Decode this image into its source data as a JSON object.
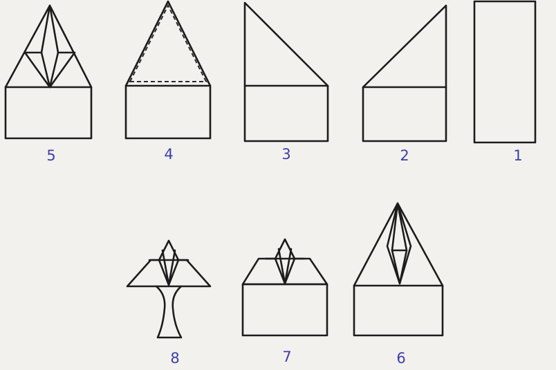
{
  "steps": [
    {
      "step": 1,
      "label": "1"
    },
    {
      "step": 2,
      "label": "2"
    },
    {
      "step": 3,
      "label": "3"
    },
    {
      "step": 4,
      "label": "4"
    },
    {
      "step": 5,
      "label": "5"
    },
    {
      "step": 6,
      "label": "6"
    },
    {
      "step": 7,
      "label": "7"
    },
    {
      "step": 8,
      "label": "8"
    }
  ],
  "colors": {
    "ink": "#1c1c1c",
    "label": "#3b3fa6",
    "paper": "#f3f1ee"
  }
}
